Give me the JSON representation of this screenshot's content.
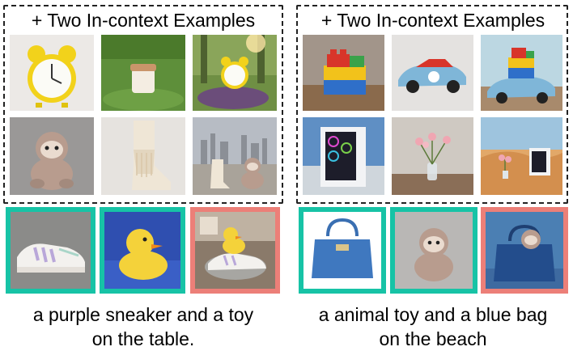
{
  "left": {
    "heading": "+ Two In-context Examples",
    "caption_line1": "a purple sneaker and a toy",
    "caption_line2": "on the table."
  },
  "right": {
    "heading": "+ Two In-context Examples",
    "caption_line1": "a animal toy and a blue bag",
    "caption_line2": "on the beach"
  },
  "colors": {
    "input_border": "#17c3a6",
    "output_border": "#ec7f78"
  }
}
